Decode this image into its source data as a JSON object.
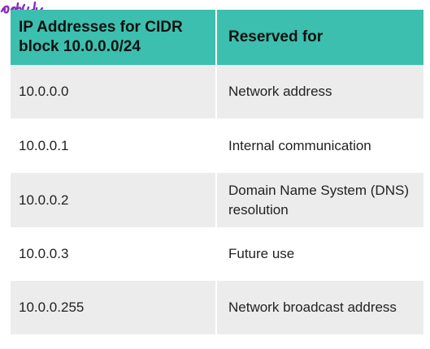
{
  "colors": {
    "header_bg": "#3cbfae",
    "shaded_row_bg": "#ececec",
    "scribble": "#8a2bbf"
  },
  "table": {
    "headers": [
      "IP Addresses for CIDR block 10.0.0.0/24",
      "Reserved for"
    ],
    "rows": [
      {
        "ip": "10.0.0.0",
        "reserved": "Network address"
      },
      {
        "ip": "10.0.0.1",
        "reserved": "Internal communication"
      },
      {
        "ip": "10.0.0.2",
        "reserved": "Domain Name System (DNS) resolution"
      },
      {
        "ip": "10.0.0.3",
        "reserved": "Future use"
      },
      {
        "ip": "10.0.0.255",
        "reserved": "Network broadcast address"
      }
    ]
  }
}
